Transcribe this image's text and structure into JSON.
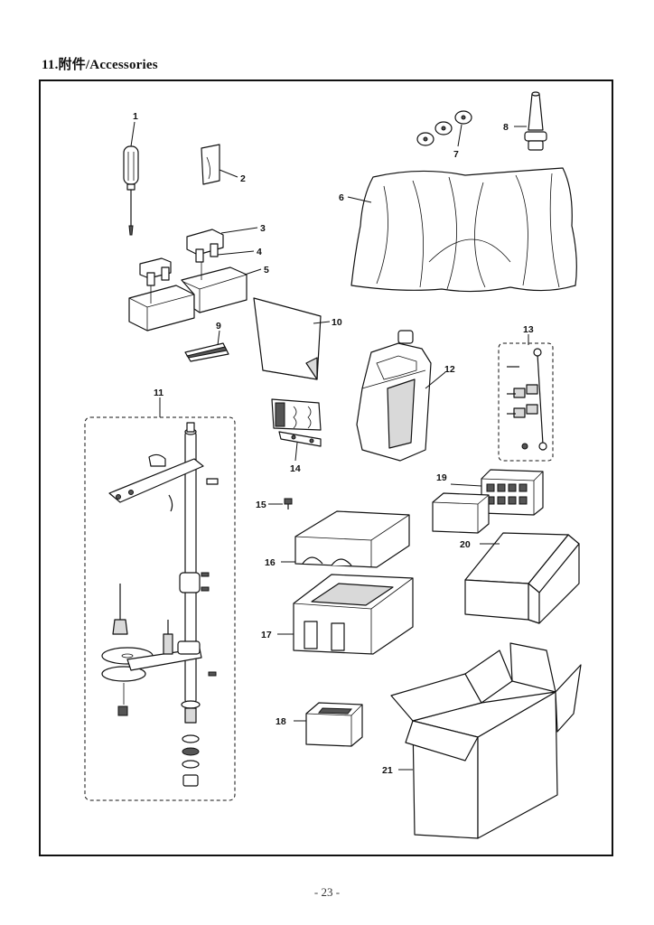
{
  "header": {
    "title": "11.附件/Accessories"
  },
  "footer": {
    "page_number": "- 23 -"
  },
  "callouts": {
    "c1": "1",
    "c2": "2",
    "c3": "3",
    "c4": "4",
    "c5": "5",
    "c6": "6",
    "c7": "7",
    "c8": "8",
    "c9": "9",
    "c10": "10",
    "c11": "11",
    "c12": "12",
    "c13": "13",
    "c14": "14",
    "c15": "15",
    "c16": "16",
    "c17": "17",
    "c18": "18",
    "c19": "19",
    "c20": "20",
    "c21": "21"
  }
}
